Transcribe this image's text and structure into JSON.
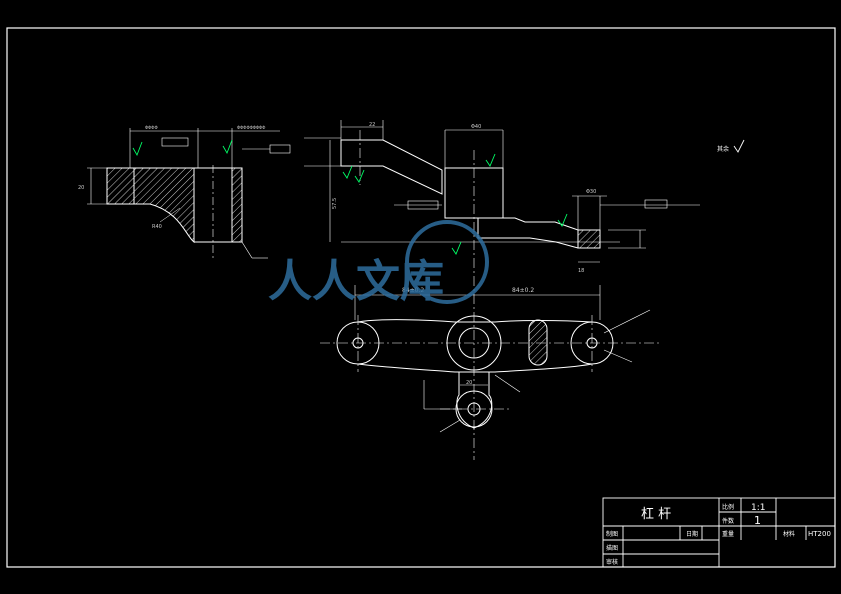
{
  "title_block": {
    "part_name": "杠 杆",
    "scale_label": "比例",
    "scale_value": "1:1",
    "qty_label": "件数",
    "qty_value": "1",
    "weight_label": "重量",
    "material_label": "材料",
    "material_value": "HT200",
    "drawn_label": "制图",
    "date_label": "日期",
    "design_label": "描图",
    "review_label": "审核"
  },
  "annotations": {
    "roughness_rest": "其余",
    "dim_top_center": "Φ40",
    "dim_top_left": "22",
    "dim_right_diam": "Φ30",
    "dim_right_small": "18",
    "dim_span_left": "84±0.2",
    "dim_span_right": "84±0.2",
    "dim_vertical": "57.5",
    "dim_base_height": "20",
    "watermark": "人人文库"
  },
  "colors": {
    "background": "#000000",
    "lines": "#ffffff",
    "dimension": "#cccccc",
    "roughness_symbol": "#00ff66",
    "watermark": "#2e6e9e"
  }
}
